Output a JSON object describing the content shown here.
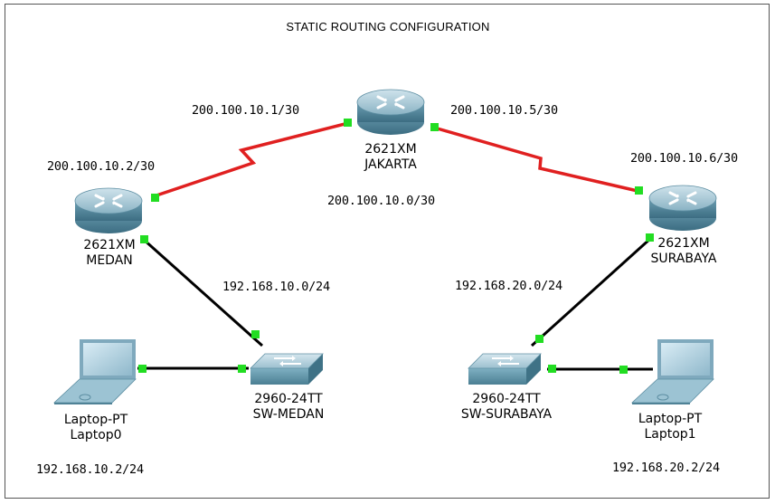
{
  "title": "STATIC ROUTING CONFIGURATION",
  "colors": {
    "serial_link": "#e02020",
    "ethernet_link": "#000000",
    "port_dot": "#22dd22",
    "router_body": "#5a92a8",
    "switch_body": "#6aa3b8"
  },
  "routers": [
    {
      "id": "jakarta",
      "model": "2621XM",
      "name": "JAKARTA",
      "icon": "router-icon"
    },
    {
      "id": "medan",
      "model": "2621XM",
      "name": "MEDAN",
      "icon": "router-icon"
    },
    {
      "id": "surabaya",
      "model": "2621XM",
      "name": "SURABAYA",
      "icon": "router-icon"
    }
  ],
  "switches": [
    {
      "id": "sw_medan",
      "model": "2960-24TT",
      "name": "SW-MEDAN",
      "icon": "switch-icon"
    },
    {
      "id": "sw_surabaya",
      "model": "2960-24TT",
      "name": "SW-SURABAYA",
      "icon": "switch-icon"
    }
  ],
  "laptops": [
    {
      "id": "laptop0",
      "model": "Laptop-PT",
      "name": "Laptop0",
      "ip": "192.168.10.2/24",
      "icon": "laptop-icon"
    },
    {
      "id": "laptop1",
      "model": "Laptop-PT",
      "name": "Laptop1",
      "ip": "192.168.20.2/24",
      "icon": "laptop-icon"
    }
  ],
  "addresses": {
    "jakarta_left": "200.100.10.1/30",
    "jakarta_right": "200.100.10.5/30",
    "medan_serial": "200.100.10.2/30",
    "surabaya_serial": "200.100.10.6/30",
    "wan_network": "200.100.10.0/30",
    "lan_medan": "192.168.10.0/24",
    "lan_surabaya": "192.168.20.0/24"
  }
}
